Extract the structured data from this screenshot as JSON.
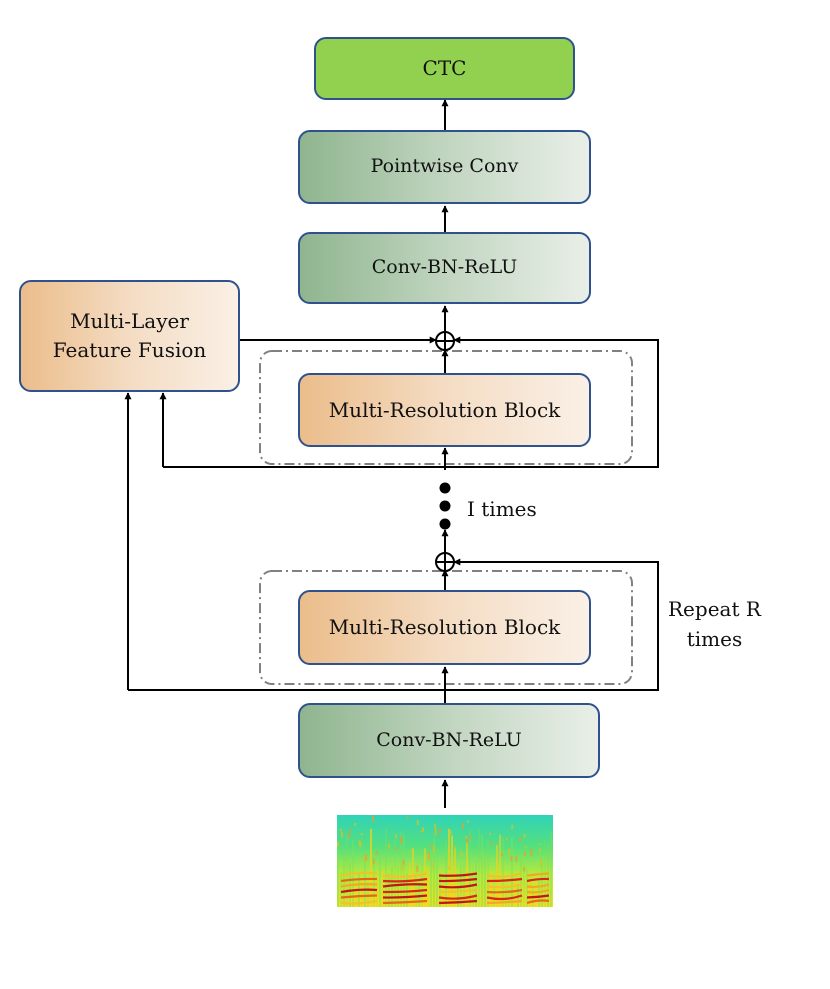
{
  "blocks": {
    "ctc": "CTC",
    "pointwise_conv": "Pointwise Conv",
    "conv_bn_relu_top": "Conv-BN-ReLU",
    "conv_bn_relu_bottom": "Conv-BN-ReLU",
    "multi_resolution_top": "Multi-Resolution Block",
    "multi_resolution_bottom": "Multi-Resolution Block",
    "fusion_line1": "Multi-Layer",
    "fusion_line2": "Feature Fusion"
  },
  "labels": {
    "i_times": "I times",
    "repeat_line1": "Repeat R",
    "repeat_line2": "times"
  },
  "colors": {
    "box_border": "#2f528f",
    "ctc_fill": "#92d050",
    "conv_gradient_dark": "#8fb58f",
    "block_gradient_dark": "#ebbd8b",
    "dashed_frame": "#808080",
    "line": "#000000"
  },
  "icons": {
    "sum_node": "circled-plus-icon",
    "input": "spectrogram-image"
  }
}
